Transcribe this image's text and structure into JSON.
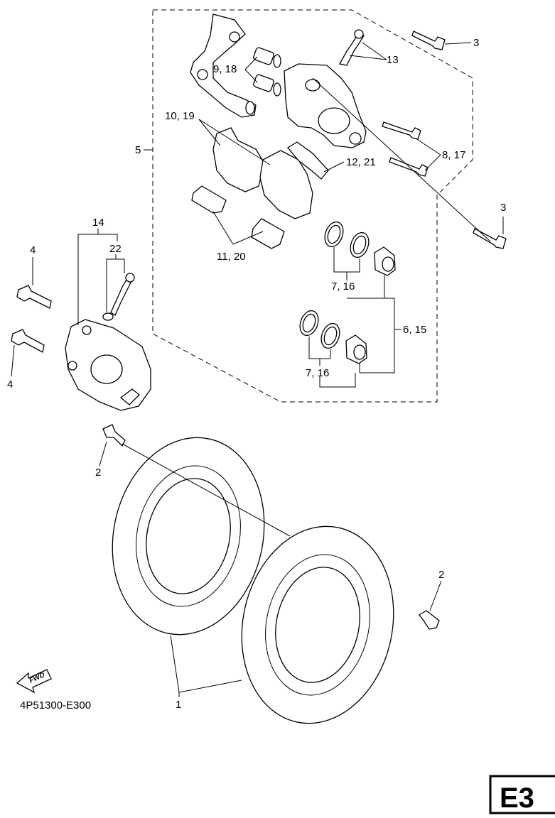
{
  "callouts": {
    "c1": "1",
    "c2a": "2",
    "c2b": "2",
    "c3a": "3",
    "c3b": "3",
    "c4a": "4",
    "c4b": "4",
    "c5": "5",
    "c6_15": "6, 15",
    "c7_16a": "7, 16",
    "c7_16b": "7, 16",
    "c8_17": "8, 17",
    "c9_18": "9, 18",
    "c10_19": "10, 19",
    "c11_20": "11, 20",
    "c12_21": "12, 21",
    "c13": "13",
    "c14": "14",
    "c22": "22"
  },
  "fwd_label": "FWD",
  "diagram_code": "4P51300-E300",
  "page_tag": "E3"
}
